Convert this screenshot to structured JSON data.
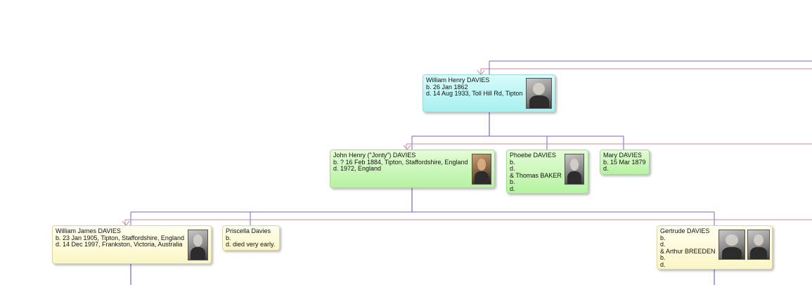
{
  "people": {
    "william_henry": {
      "name": "William Henry DAVIES",
      "lines": [
        "b. 26 Jan 1862",
        "d. 14 Aug 1933, Toll Hill Rd, Tipton"
      ],
      "photos": [
        "portrait-photo"
      ]
    },
    "john_henry": {
      "name": "John Henry (\"Jonty\") DAVIES",
      "lines": [
        "b. ? 16 Feb 1884, Tipton, Staffordshire, England",
        "d. 1972, England"
      ],
      "photos": [
        "portrait-photo"
      ]
    },
    "phoebe": {
      "name": "Phoebe DAVIES",
      "lines": [
        "b.",
        "d.",
        "& Thomas BAKER",
        "b.",
        "d."
      ],
      "photos": [
        "portrait-photo"
      ]
    },
    "mary": {
      "name": "Mary DAVIES",
      "lines": [
        "b. 15 Mar 1879",
        "d."
      ],
      "photos": []
    },
    "william_james": {
      "name": "William James DAVIES",
      "lines": [
        "b. 23 Jan 1905, Tipton, Staffordshire, England",
        "d. 14 Dec 1997, Frankston, Victoria, Australia"
      ],
      "photos": [
        "portrait-photo"
      ]
    },
    "priscella": {
      "name": "Priscella Davies",
      "lines": [
        "b.",
        "d. died very early."
      ],
      "photos": []
    },
    "gertrude": {
      "name": "Gertrude DAVIES",
      "lines": [
        "b.",
        "d.",
        "& Arthur BREEDEN",
        "b.",
        "d."
      ],
      "photos": [
        "portrait-photo",
        "portrait-photo"
      ]
    }
  },
  "colors": {
    "connector": "#7b62c8",
    "sibling_line": "#c98a9a",
    "card_teal": "#a6f0ee",
    "card_green": "#b6f2a2",
    "card_cream": "#fbf6c6"
  }
}
